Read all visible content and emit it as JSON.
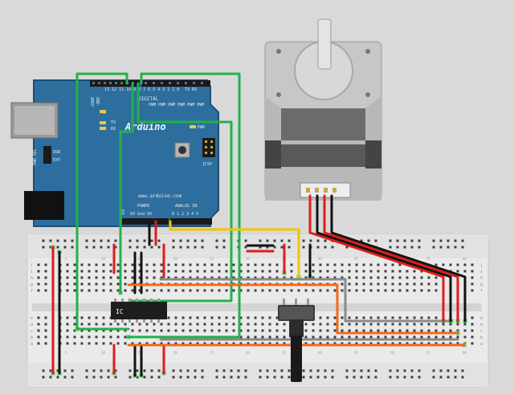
{
  "arduino": {
    "brand": "Arduino",
    "url": "www.arduino.com",
    "digital_label": "DIGITAL",
    "power_label": "POWER",
    "analog_label": "ANALOG IN",
    "power_pins": "5V Gnd 9V",
    "analog_pins": "0 1 2 3 4 5",
    "v33_label": "3V3",
    "icsp_label": "ICSP",
    "aref_label": "AREF",
    "gnd_label": "GND",
    "pwr_label": "PWR",
    "l_label": "L",
    "tx_label": "TX",
    "rx_label": "RX",
    "tx_rx_top": "TX  RX",
    "usb_label": "USB",
    "ext_label": "EXT",
    "pwr_sel_label": "PWR SEL",
    "digital_pin_numbers": "13 12 11 10 9 8   7 6 5 4 3 2 1 0",
    "pwm_labels": "PWM PWM PWM   PWM PWM PWM"
  },
  "breadboard": {
    "row_letters": [
      "j",
      "i",
      "h",
      "g",
      "f",
      "e",
      "d",
      "c",
      "b",
      "a"
    ],
    "col_labels": [
      "5",
      "10",
      "15",
      "20",
      "25",
      "30",
      "35",
      "40",
      "45",
      "50",
      "55",
      "60"
    ]
  },
  "ic": {
    "label": "IC"
  },
  "colors": {
    "board_blue": "#2e6e9e",
    "board_dark": "#1d4f76",
    "wire_green": "#22b14c",
    "wire_red": "#e01b1b",
    "wire_black": "#111111",
    "wire_orange": "#f26a1b",
    "wire_yellow": "#f2c200",
    "wire_gray": "#8a8a8a",
    "breadboard": "#ebebeb",
    "motor_metal": "#c4c4c4"
  }
}
